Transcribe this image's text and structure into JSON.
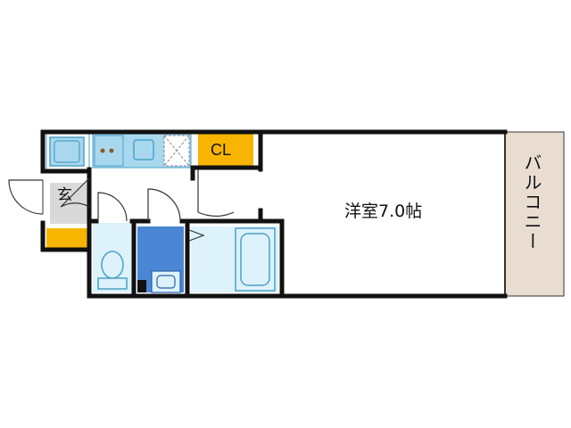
{
  "floorplan": {
    "room_label": "洋室7.0帖",
    "closet_label": "CL",
    "entrance_label": "玄",
    "balcony_label": "バルコニー"
  },
  "colors": {
    "wall": "#111111",
    "fixture_blue": "#a8d8ee",
    "fixture_outline": "#4da0c8",
    "closet_orange": "#f7b500",
    "shower_blue": "#4a86d4",
    "balcony_fill": "#e8ddd0",
    "entry_gray": "#d9d9d9"
  }
}
